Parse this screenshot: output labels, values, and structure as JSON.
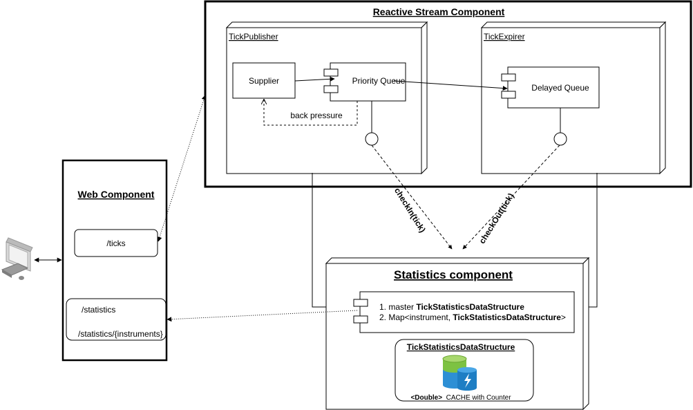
{
  "reactive_stream": {
    "title": "Reactive Stream Component",
    "tick_publisher": {
      "title": "TickPublisher",
      "supplier": "Supplier",
      "priority_queue": "Priority Queue",
      "back_pressure": "back pressure"
    },
    "tick_expirer": {
      "title": "TickExpirer",
      "delayed_queue": "Delayed Queue"
    }
  },
  "edges": {
    "check_in": "checkIn(tick)",
    "check_out": "checkOut(tick)"
  },
  "web": {
    "title": "Web Component",
    "ticks": "/ticks",
    "statistics": "/statistics",
    "statistics_instruments": "/statistics/{instruments}"
  },
  "statistics": {
    "title": "Statistics component",
    "line1_prefix": "1. master ",
    "line1_bold": "TickStatisticsDataStructure",
    "line2_prefix": "2. Map<instrument, ",
    "line2_bold": "TickStatisticsDataStructure",
    "line2_suffix": ">",
    "data_structure": {
      "title": "TickStatisticsDataStructure",
      "caption_bold": "<Double>",
      "caption_rest": "  CACHE with Counter"
    }
  },
  "icons": {
    "client": "computer-icon",
    "cache": "cache-database-icon"
  },
  "colors": {
    "line": "#000000",
    "db_green": "#7dc242",
    "db_blue": "#2d8fd5"
  }
}
